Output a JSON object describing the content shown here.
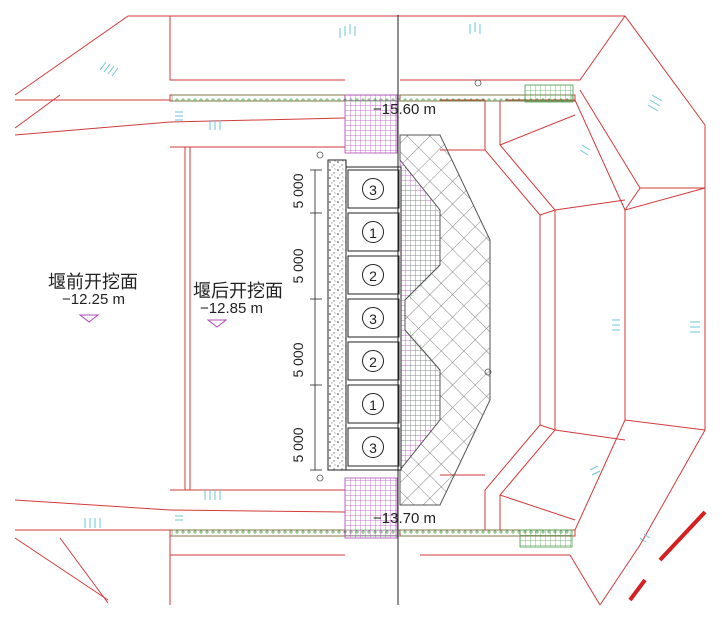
{
  "areas": {
    "upstream_label": "堰前开挖面",
    "upstream_elevation": "−12.25 m",
    "downstream_label": "堰后开挖面",
    "downstream_elevation": "−12.85 m"
  },
  "elevations": {
    "top": "−15.60 m",
    "bottom": "−13.70 m"
  },
  "dimensions": [
    "5 000",
    "5 000",
    "5 000",
    "5 000"
  ],
  "blocks": [
    "3",
    "1",
    "2",
    "3",
    "2",
    "1",
    "3"
  ],
  "colors": {
    "outline": "#d23a3a",
    "hatch_magenta": "#b04ab8",
    "hatch_green": "#4fa04f",
    "slope_ticks": "#6ec6d8",
    "fill_grid": "#555555",
    "heavy_line": "#d42020"
  }
}
